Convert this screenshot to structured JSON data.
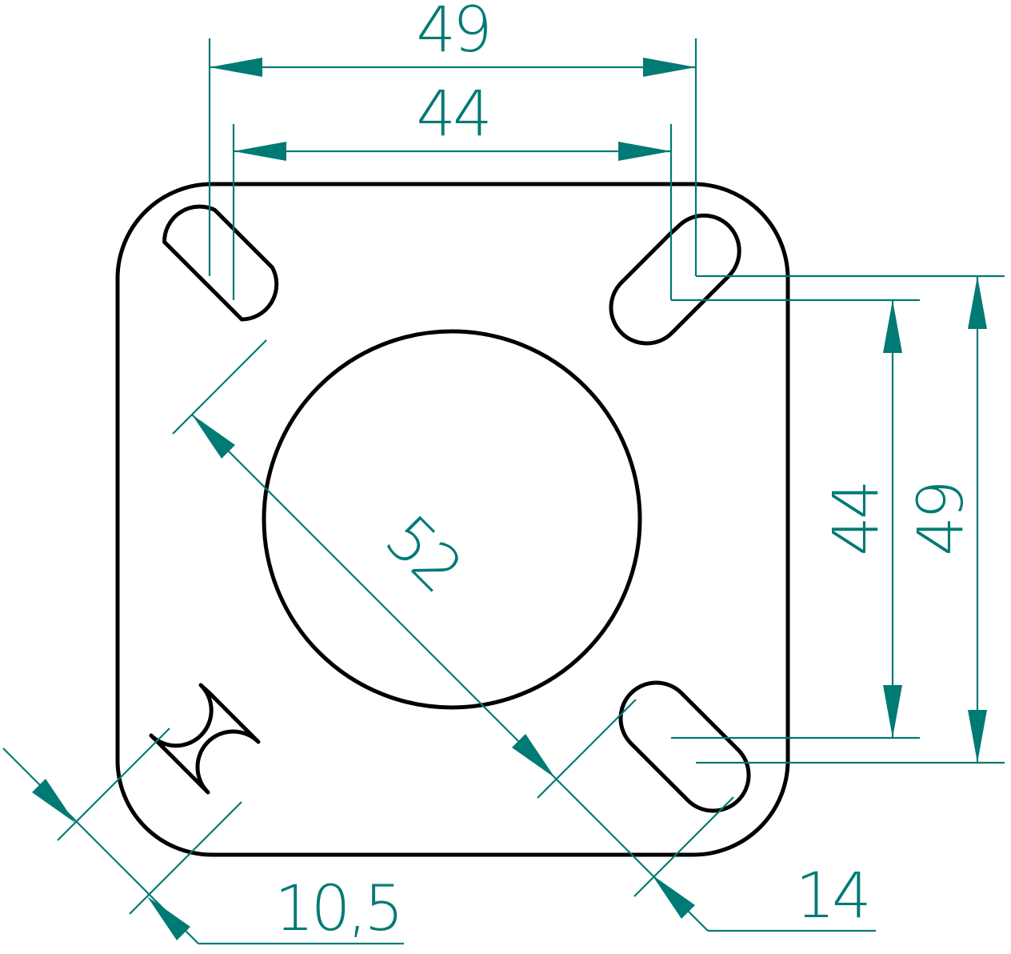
{
  "drawing": {
    "colors": {
      "outline": "#000000",
      "dimension": "#007a74",
      "background": "#ffffff"
    },
    "dimensions": {
      "top_outer": "49",
      "top_inner": "44",
      "right_inner": "44",
      "right_outer": "49",
      "diagonal_bore": "52",
      "slot_width": "10,5",
      "slot_length": "14"
    }
  }
}
